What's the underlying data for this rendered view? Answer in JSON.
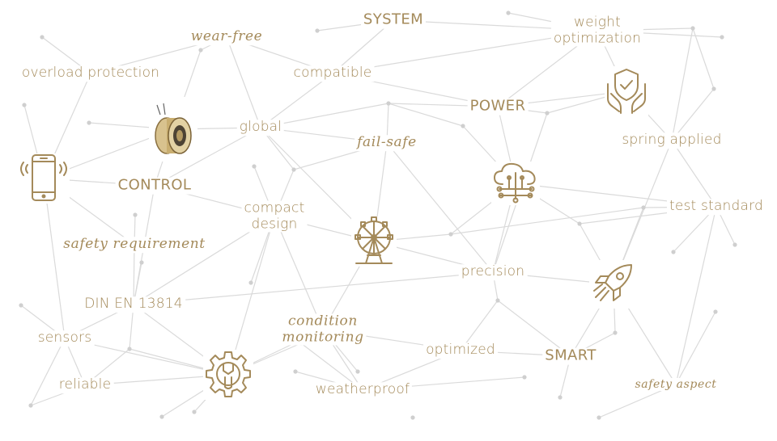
{
  "colors": {
    "accent": "#a48a5a",
    "line": "#dadada",
    "dot": "#cfcfcf"
  },
  "labels": {
    "system": "SYSTEM",
    "weight_optimization_1": "weight",
    "weight_optimization_2": "optimization",
    "wear_free": "wear-free",
    "overload_protection": "overload protection",
    "compatible": "compatible",
    "power": "POWER",
    "global": "global",
    "fail_safe": "fail-safe",
    "spring_applied": "spring applied",
    "control": "CONTROL",
    "compact_design_1": "compact",
    "compact_design_2": "design",
    "test_standard": "test standard",
    "safety_requirement": "safety requirement",
    "precision": "precision",
    "din": "DIN EN 13814",
    "condition_monitoring_1": "condition",
    "condition_monitoring_2": "monitoring",
    "sensors": "sensors",
    "optimized": "optimized",
    "smart": "SMART",
    "reliable": "reliable",
    "weatherproof": "weatherproof",
    "safety_aspect": "safety aspect"
  },
  "icons": [
    "smartphone-icon",
    "brake-device-icon",
    "shield-hands-icon",
    "cloud-network-icon",
    "ferris-wheel-icon",
    "rocket-icon",
    "gear-wrench-icon"
  ]
}
